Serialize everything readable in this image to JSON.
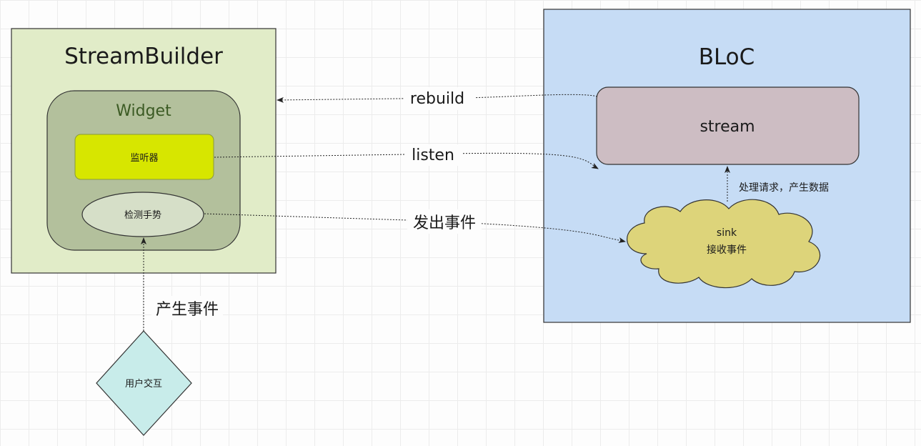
{
  "colors": {
    "streambuilder_fill": "#e1ecc8",
    "widget_fill": "#b3c09c",
    "widget_text": "#3b5a23",
    "listener_fill": "#d7e600",
    "gesture_fill": "#d6dfc8",
    "bloc_fill": "#c6dcf5",
    "stream_fill": "#cdbdc3",
    "sink_fill": "#ddd47a",
    "diamond_fill": "#c8ecea",
    "arrow": "#222222"
  },
  "diagram": {
    "streambuilder_title": "StreamBuilder",
    "widget_title": "Widget",
    "listener_label": "监听器",
    "gesture_label": "检测手势",
    "user_interaction_label": "用户交互",
    "produce_event_label": "产生事件",
    "bloc_title": "BLoC",
    "stream_label": "stream",
    "sink_label_line1": "sink",
    "sink_label_line2": "接收事件",
    "rebuild_label": "rebuild",
    "listen_label": "listen",
    "emit_event_label": "发出事件",
    "process_label": "处理请求，产生数据"
  }
}
